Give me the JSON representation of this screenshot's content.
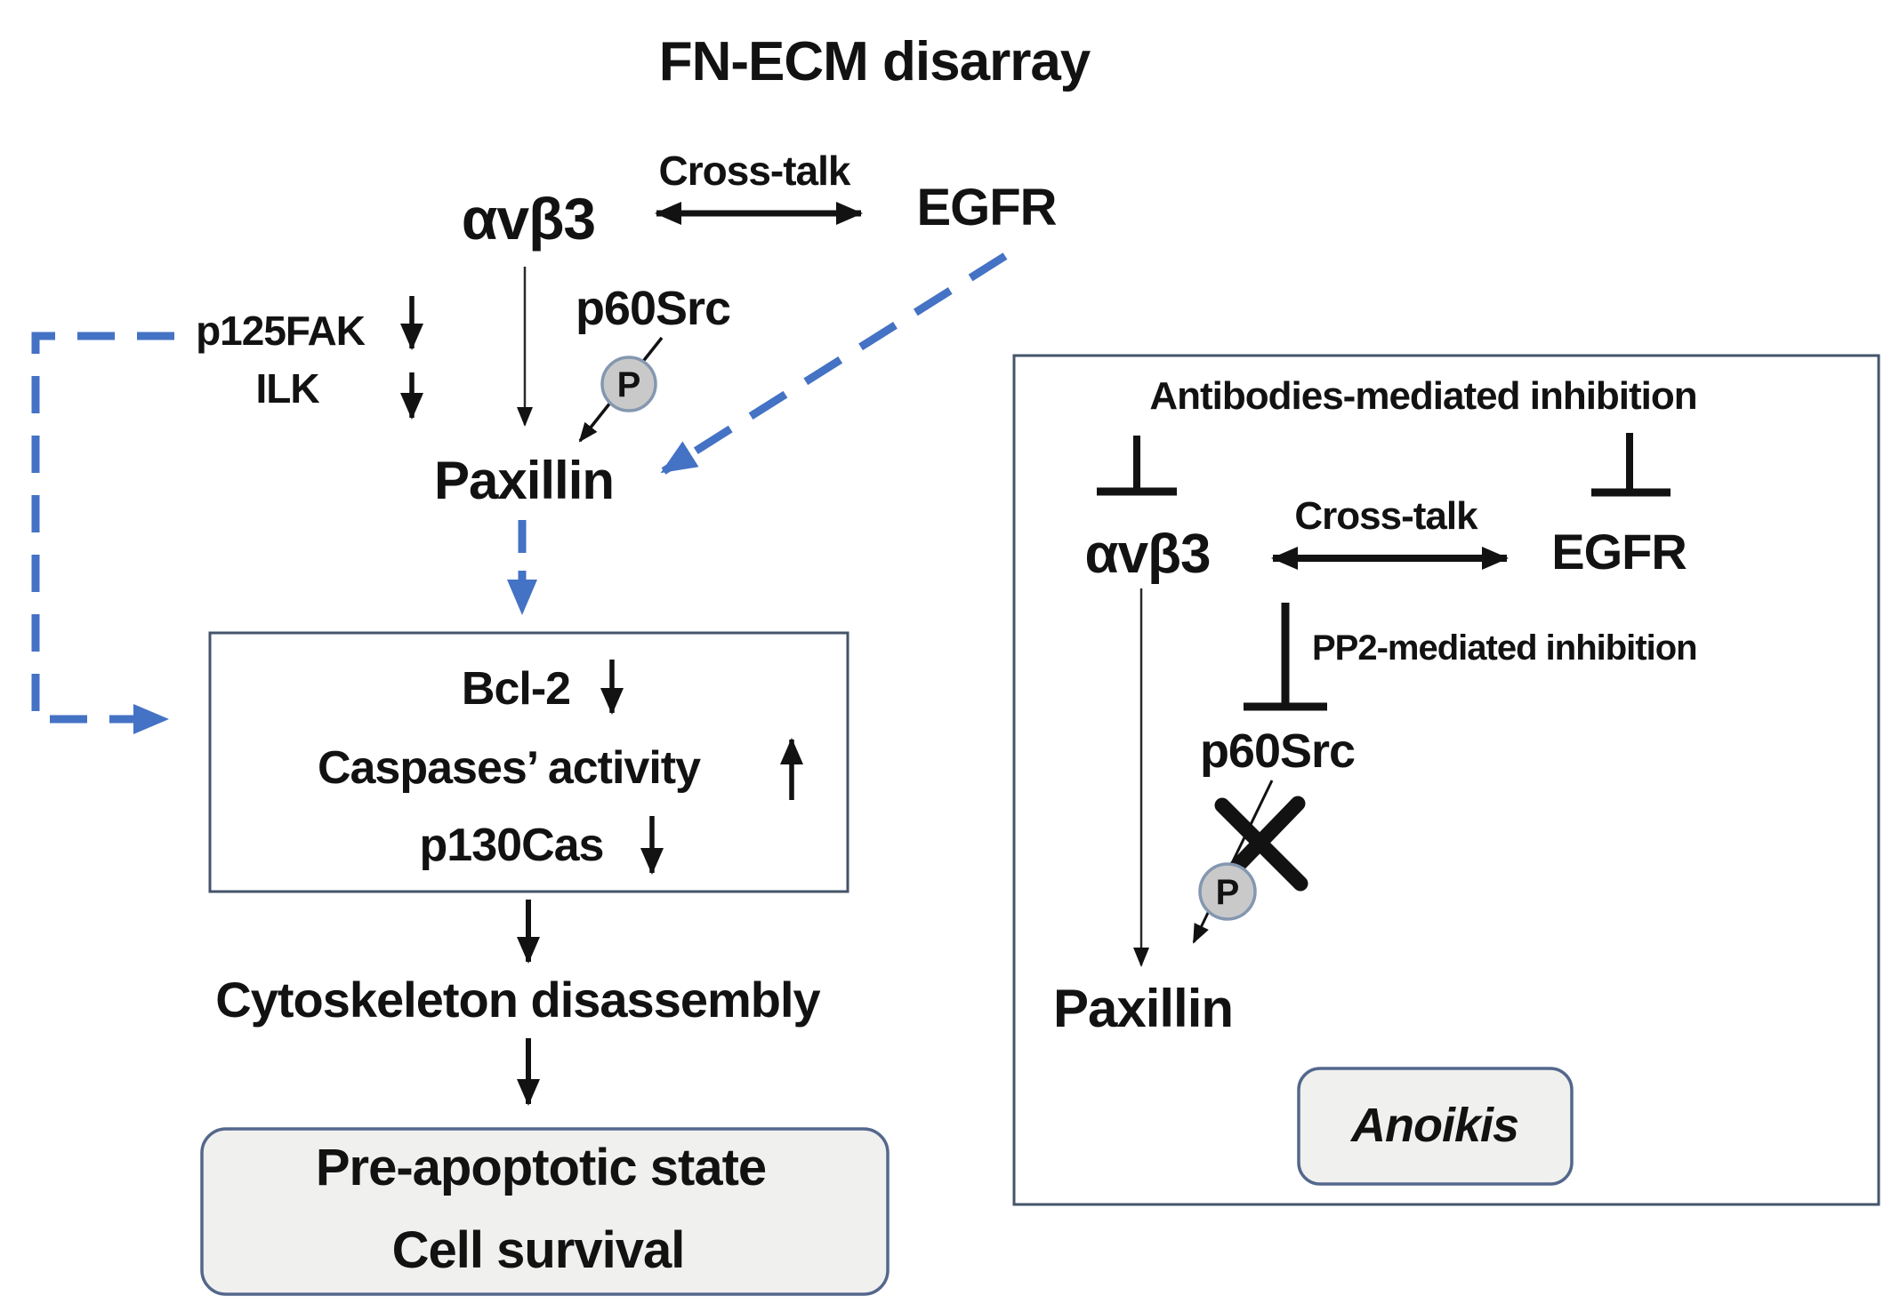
{
  "title": "FN-ECM disarray",
  "colors": {
    "dash_blue": "#4472C4",
    "panel_border": "#44546A",
    "rounded_border": "#54678C",
    "rounded_fill": "#F0F0EE",
    "phospho_fill": "#C9C9C9",
    "phospho_border": "#8497B0",
    "text": "#121212"
  },
  "left": {
    "receptor": "αvβ3",
    "cross_talk": "Cross-talk",
    "egfr": "EGFR",
    "p125fak": "p125FAK",
    "ilk": "ILK",
    "p60src": "p60Src",
    "phospho": "P",
    "paxillin": "Paxillin",
    "effects": [
      {
        "label": "Bcl-2",
        "trend": "down"
      },
      {
        "label": "Caspases’ activity",
        "trend": "up"
      },
      {
        "label": "p130Cas",
        "trend": "down"
      }
    ],
    "cytoskeleton": "Cytoskeleton disassembly",
    "outcome": [
      "Pre-apoptotic state",
      "Cell survival"
    ]
  },
  "right": {
    "antibodies_inhibition": "Antibodies-mediated inhibition",
    "receptor": "αvβ3",
    "cross_talk": "Cross-talk",
    "egfr": "EGFR",
    "pp2_inhibition": "PP2-mediated inhibition",
    "p60src": "p60Src",
    "phospho": "P",
    "paxillin": "Paxillin",
    "anoikis": "Anoikis"
  }
}
